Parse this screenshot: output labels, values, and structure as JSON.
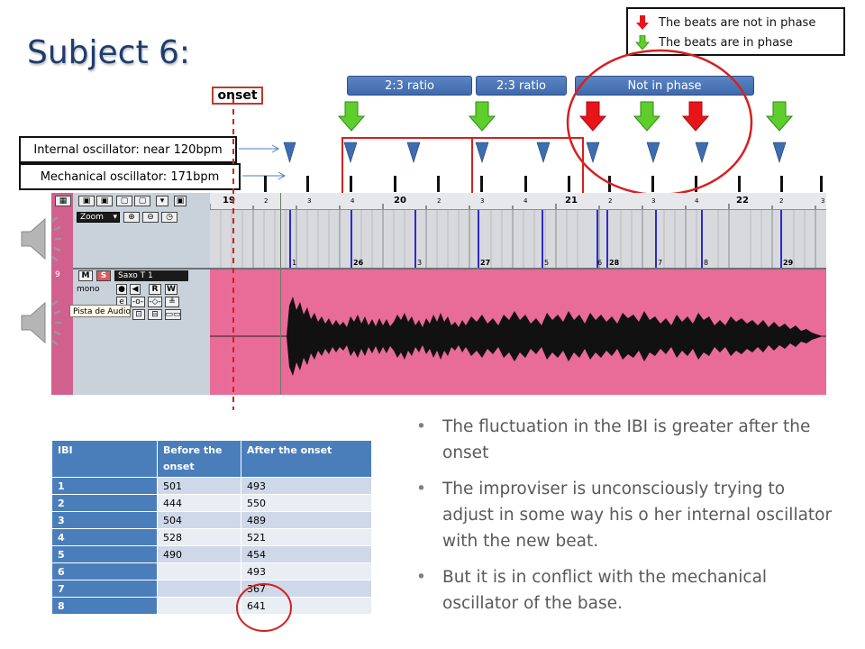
{
  "slide": {
    "title": "Subject 6:",
    "legend": {
      "not_in_phase": "The beats are not in phase",
      "in_phase": "The beats are in phase",
      "red": "#e8141a",
      "green": "#5fce2c"
    },
    "segments": [
      "2:3 ratio",
      "2:3 ratio",
      "Not in phase"
    ],
    "onset_label": "onset",
    "internal_oscillator": "Internal oscillator: near 120bpm",
    "mechanical_oscillator": "Mechanical oscillator: 171bpm",
    "bar_numbers": [
      "19",
      "2",
      "3",
      "4",
      "20",
      "2",
      "3",
      "4",
      "21",
      "2",
      "3",
      "4",
      "22",
      "2",
      "3"
    ],
    "midi_notes": [
      "1",
      "26",
      "3",
      "27",
      "5",
      "6",
      "28",
      "7",
      "8",
      "29"
    ],
    "daw": {
      "zoom_label": "Zoom",
      "track_number": "9",
      "m_label": "M",
      "s_label": "S",
      "track_name": "Saxo T 1",
      "mono_label": "mono",
      "r_label": "R",
      "w_label": "W",
      "tooltip": "Pista de Audio",
      "audio_color": "#e96b98"
    }
  },
  "table": {
    "headers": [
      "IBI",
      "Before the onset",
      "After the onset"
    ],
    "rows": [
      [
        "1",
        "501",
        "493"
      ],
      [
        "2",
        "444",
        "550"
      ],
      [
        "3",
        "504",
        "489"
      ],
      [
        "4",
        "528",
        "521"
      ],
      [
        "5",
        "490",
        "454"
      ],
      [
        "6",
        "",
        "493"
      ],
      [
        "7",
        "",
        "367"
      ],
      [
        "8",
        "",
        "641"
      ]
    ]
  },
  "bullets": [
    "The fluctuation in the IBI is greater after the onset",
    "The improviser is unconsciously trying to adjust in some way his o her internal oscillator with the new beat.",
    " But it is in conflict with the mechanical oscillator of the base."
  ]
}
